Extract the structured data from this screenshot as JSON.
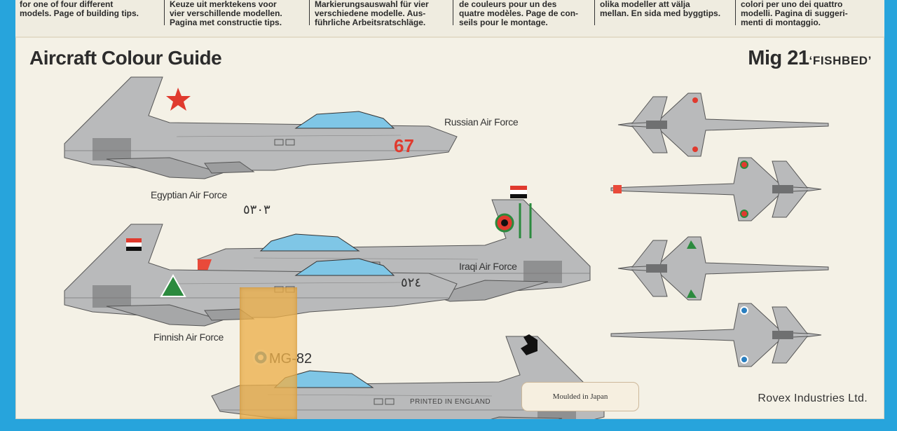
{
  "header_columns": [
    {
      "lines": "for one of four different\nmodels. Page of building tips."
    },
    {
      "lines": "Keuze uit merktekens voor\nvier verschillende modellen.\nPagina met constructie tips."
    },
    {
      "lines": "Markierungsauswahl für vier\nverschiedene modelle. Aus-\nführliche Arbeitsratschläge."
    },
    {
      "lines": "de couleurs pour un des\nquatre modèles. Page de con-\nseils pour le montage."
    },
    {
      "lines": "olika modeller att välja\nmellan.  En sida med byggtips."
    },
    {
      "lines": "colori per uno dei quattro\nmodelli. Pagina di suggeri-\nmenti di montaggio."
    }
  ],
  "title": "Aircraft Colour Guide",
  "model_title": {
    "main": "Mig 21",
    "sub": "‘FISHBED’"
  },
  "aircraft": [
    {
      "label": "Russian Air Force",
      "serial": "67",
      "marking_color": "#e03a2e"
    },
    {
      "label": "Egyptian Air Force",
      "serial": "٥٣٠٣",
      "marking_color": "#2b8a3e"
    },
    {
      "label": "Iraqi Air Force",
      "serial": "٥٢٤",
      "marking_color": "#2b8a3e"
    },
    {
      "label": "Finnish Air Force",
      "serial": "MG-82",
      "marking_color": "#2a7fc0"
    }
  ],
  "footer": {
    "printed": "PRINTED IN ENGLAND",
    "moulded": "Moulded in Japan",
    "company": "Rovex Industries Ltd."
  },
  "colors": {
    "background": "#27a4dc",
    "paper": "#f4f1e6",
    "aircraft_grey": "#b9babb",
    "canopy_blue": "#7fc6e6",
    "tape": "#ecaf4a"
  }
}
